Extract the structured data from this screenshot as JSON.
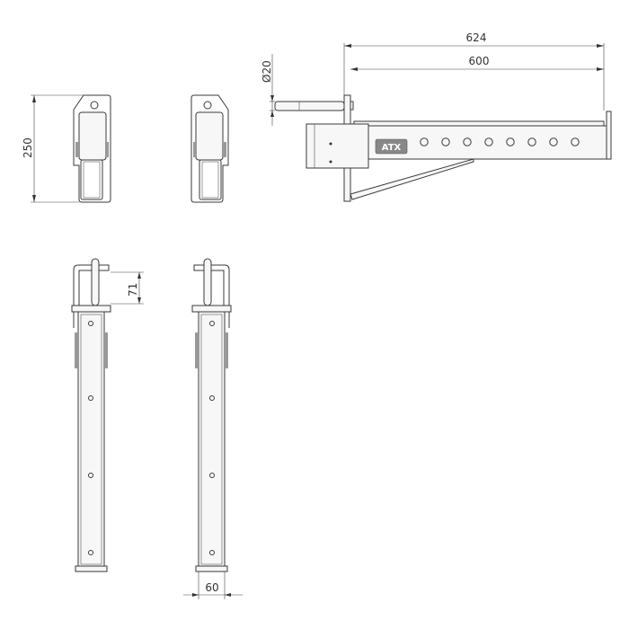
{
  "drawing": {
    "dimensions": {
      "overall_length": "624",
      "arm_length": "600",
      "pin_diameter": "Ø20",
      "height": "250",
      "pin_height": "71",
      "width": "60"
    },
    "logo": "ATX",
    "hole_count": 8,
    "colors": {
      "line": "#3a3a3a",
      "background": "#ffffff"
    }
  }
}
